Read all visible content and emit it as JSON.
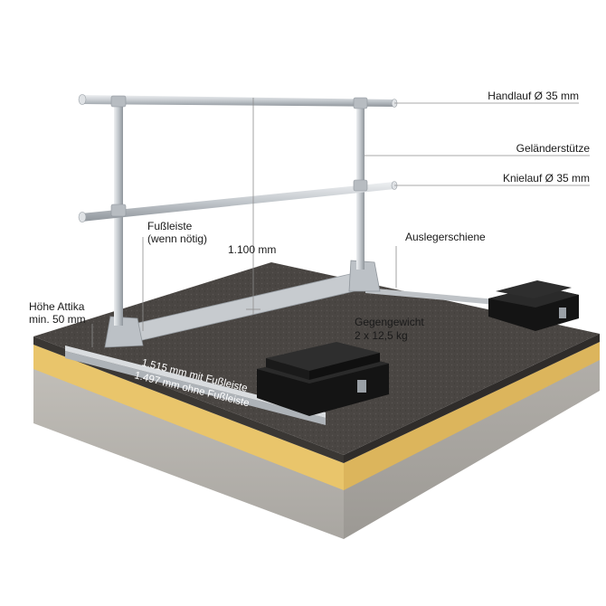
{
  "labels": {
    "handlauf": "Handlauf Ø 35 mm",
    "gelaenderstuetze": "Geländerstütze",
    "knielauf": "Knielauf Ø 35 mm",
    "fussleiste_line1": "Fußleiste",
    "fussleiste_line2": "(wenn nötig)",
    "hoehe": "1.100 mm",
    "auslegerschiene": "Auslegerschiene",
    "attika_line1": "Höhe Attika",
    "attika_line2": "min. 50 mm",
    "gegengewicht_line1": "Gegengewicht",
    "gegengewicht_line2": "2 x 12,5 kg",
    "mass_mit": "1.515 mm mit Fußleiste",
    "mass_ohne": "1.497 mm ohne Fußleiste"
  },
  "colors": {
    "roof_membrane": "#4a4643",
    "insulation": "#e9c56b",
    "concrete": "#b9b6b1",
    "aluminium": "#c9cdd1",
    "counterweight": "#1c1c1c",
    "leader_line": "#8c8c8c"
  }
}
